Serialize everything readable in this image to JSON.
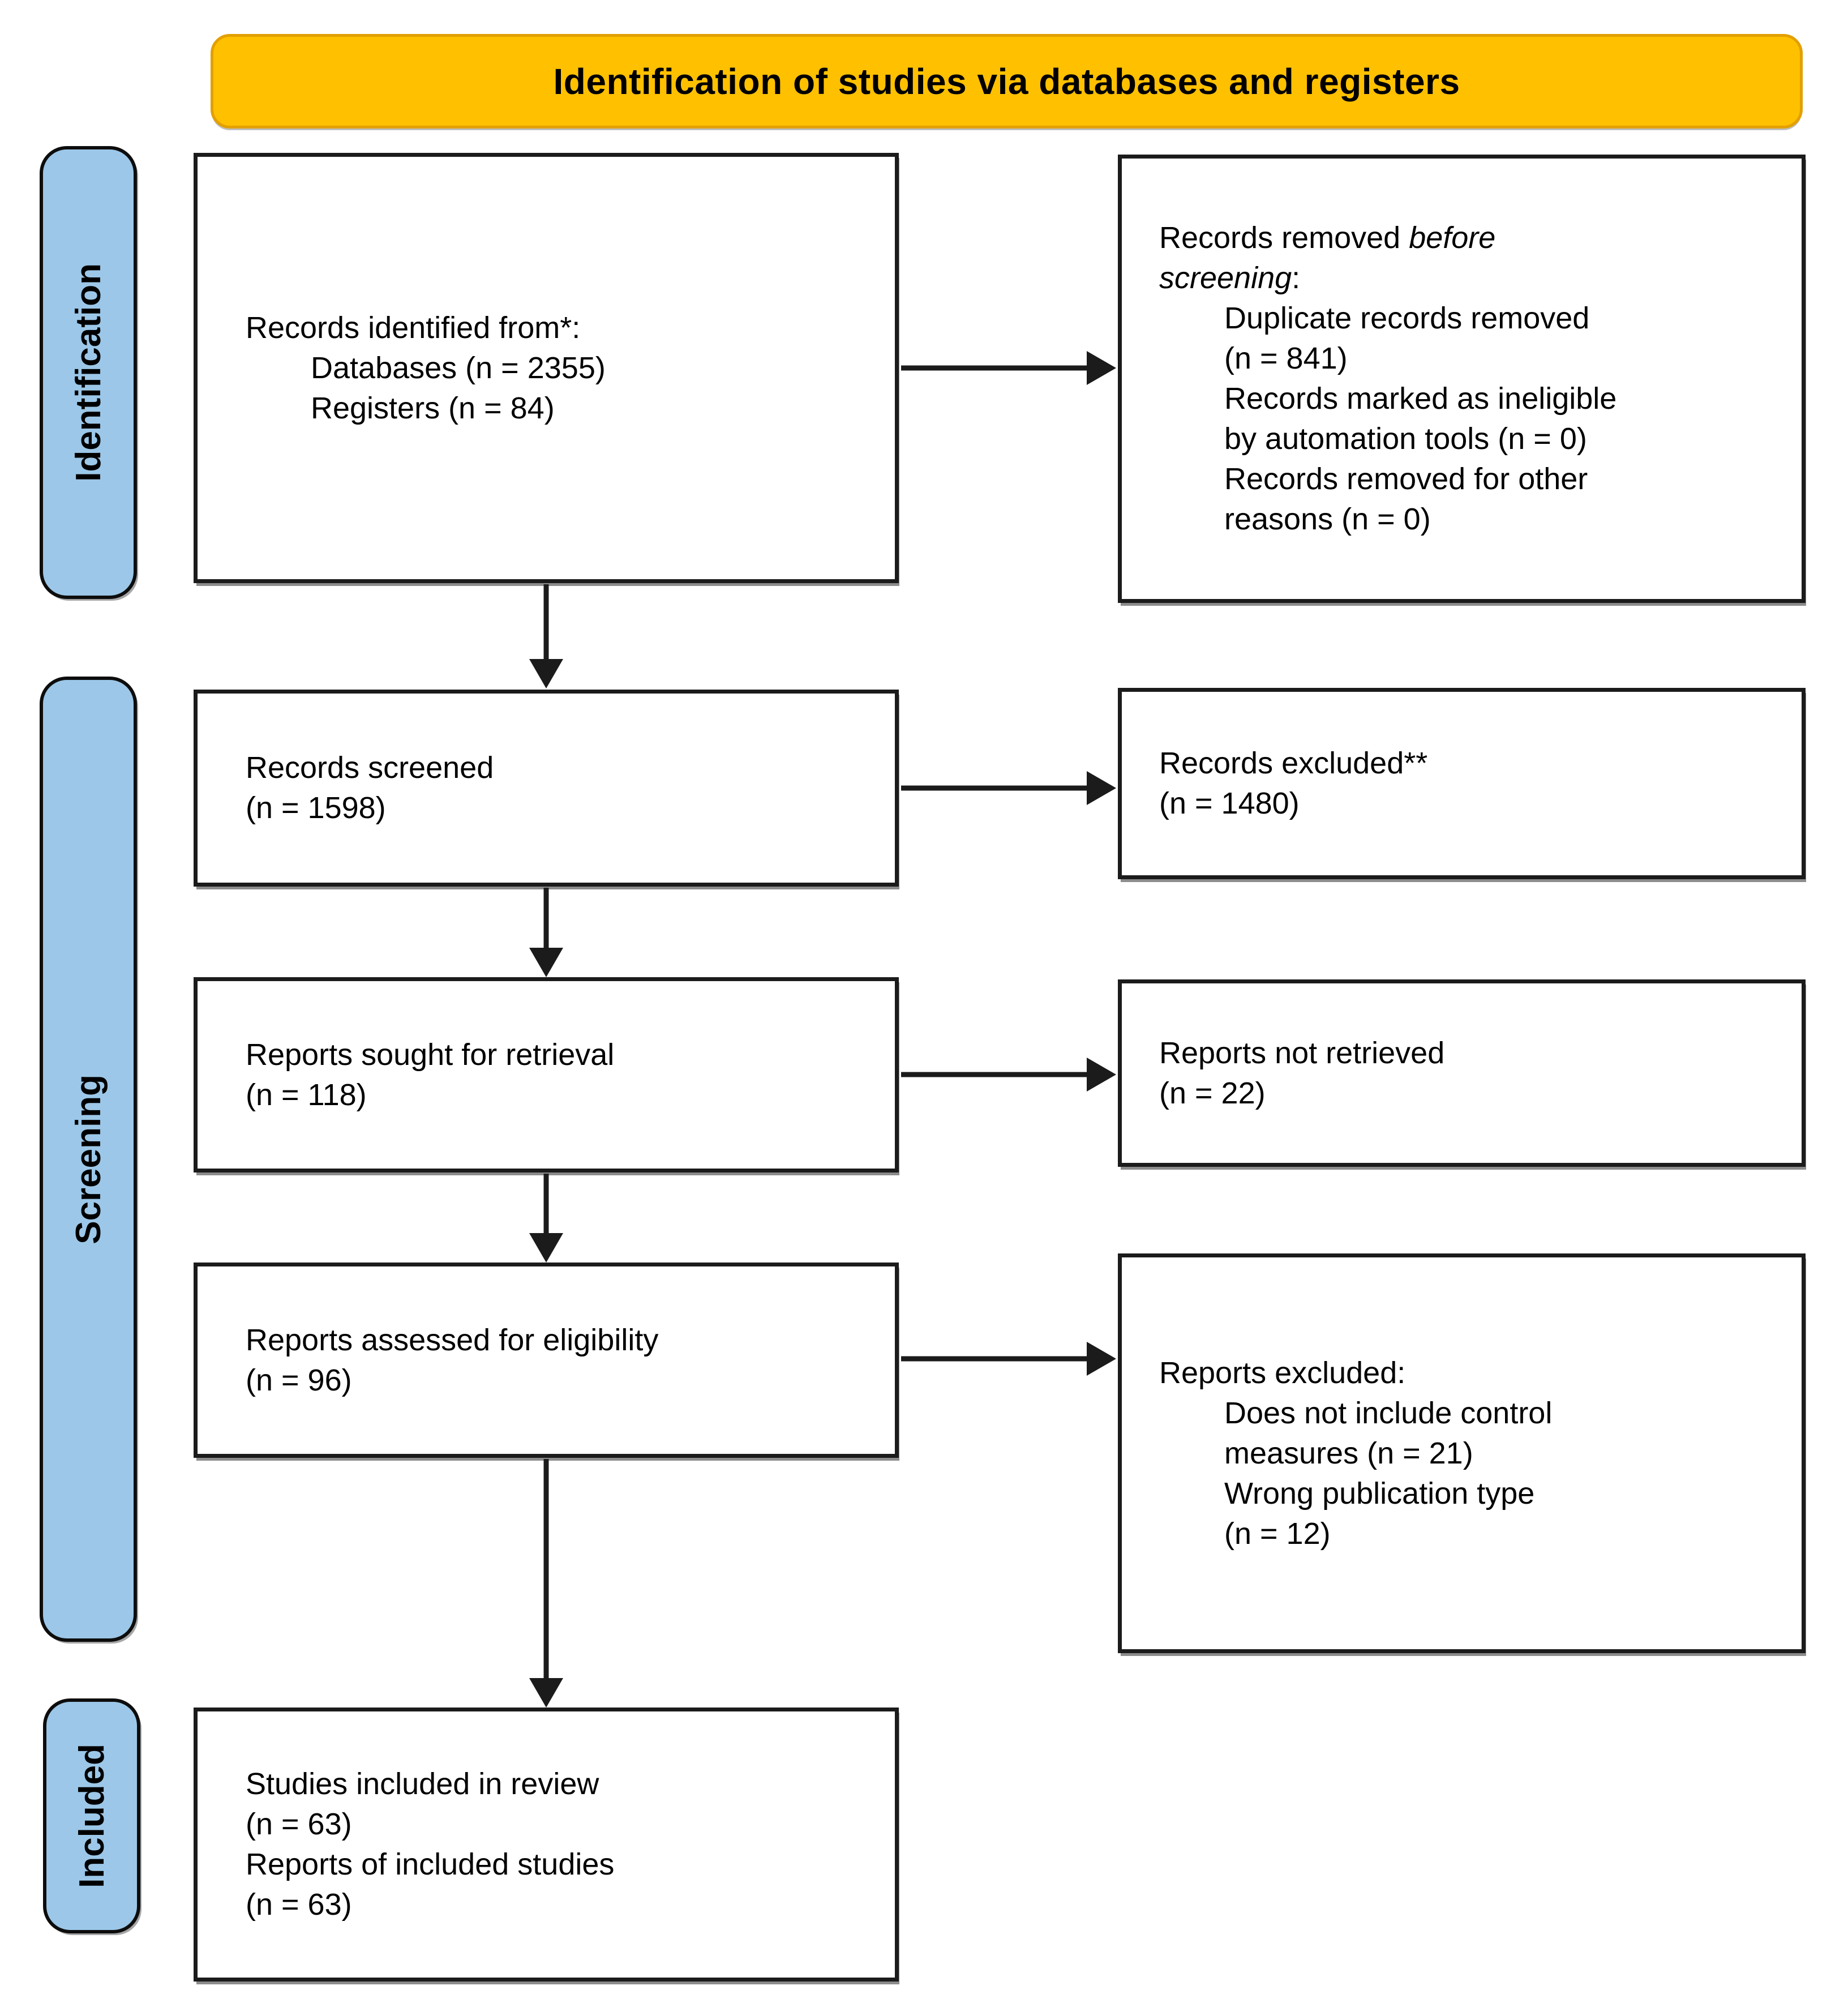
{
  "banner": {
    "label": "Identification of studies via databases and registers",
    "bg_color": "#FFC000",
    "border_color": "#E2A000"
  },
  "stages": [
    {
      "id": "identification",
      "label": "Identification"
    },
    {
      "id": "screening",
      "label": "Screening"
    },
    {
      "id": "included",
      "label": "Included"
    }
  ],
  "colors": {
    "stage_bg": "#9CC7E8",
    "box_border": "#1b1b1b",
    "arrow": "#1b1b1b",
    "text": "#000000"
  },
  "boxes": {
    "identified": {
      "lines": [
        {
          "indent": 0,
          "text": "Records identified from*:"
        },
        {
          "indent": 1,
          "text": "Databases (n = 2355)"
        },
        {
          "indent": 1,
          "text": "Registers (n = 84)"
        }
      ]
    },
    "removed": {
      "lines": [
        {
          "indent": 0,
          "segments": [
            {
              "text": "Records removed ",
              "italic": false
            },
            {
              "text": "before",
              "italic": true
            }
          ]
        },
        {
          "indent": 0,
          "segments": [
            {
              "text": "screening",
              "italic": true
            },
            {
              "text": ":",
              "italic": false
            }
          ]
        },
        {
          "indent": 1,
          "text": "Duplicate records removed"
        },
        {
          "indent": 1,
          "text": "(n = 841)"
        },
        {
          "indent": 1,
          "text": "Records marked as ineligible"
        },
        {
          "indent": 1,
          "text": "by automation tools (n = 0)"
        },
        {
          "indent": 1,
          "text": "Records removed for other"
        },
        {
          "indent": 1,
          "text": "reasons (n = 0)"
        }
      ]
    },
    "screened": {
      "lines": [
        {
          "indent": 0,
          "text": "Records screened"
        },
        {
          "indent": 0,
          "text": "(n = 1598)"
        }
      ]
    },
    "excluded": {
      "lines": [
        {
          "indent": 0,
          "text": "Records excluded**"
        },
        {
          "indent": 0,
          "text": "(n = 1480)"
        }
      ]
    },
    "sought": {
      "lines": [
        {
          "indent": 0,
          "text": "Reports sought for retrieval"
        },
        {
          "indent": 0,
          "text": "(n = 118)"
        }
      ]
    },
    "not_retrieved": {
      "lines": [
        {
          "indent": 0,
          "text": "Reports not retrieved"
        },
        {
          "indent": 0,
          "text": "(n = 22)"
        }
      ]
    },
    "assessed": {
      "lines": [
        {
          "indent": 0,
          "text": "Reports assessed for eligibility"
        },
        {
          "indent": 0,
          "text": "(n = 96)"
        }
      ]
    },
    "reports_excluded": {
      "lines": [
        {
          "indent": 0,
          "text": "Reports excluded:"
        },
        {
          "indent": 1,
          "text": "Does not include control"
        },
        {
          "indent": 1,
          "text": "measures (n = 21)"
        },
        {
          "indent": 1,
          "text": "Wrong publication type"
        },
        {
          "indent": 1,
          "text": "(n = 12)"
        }
      ]
    },
    "included_studies": {
      "lines": [
        {
          "indent": 0,
          "text": "Studies included in review"
        },
        {
          "indent": 0,
          "text": "(n = 63)"
        },
        {
          "indent": 0,
          "text": "Reports of included studies"
        },
        {
          "indent": 0,
          "text": "(n = 63)"
        }
      ]
    }
  }
}
